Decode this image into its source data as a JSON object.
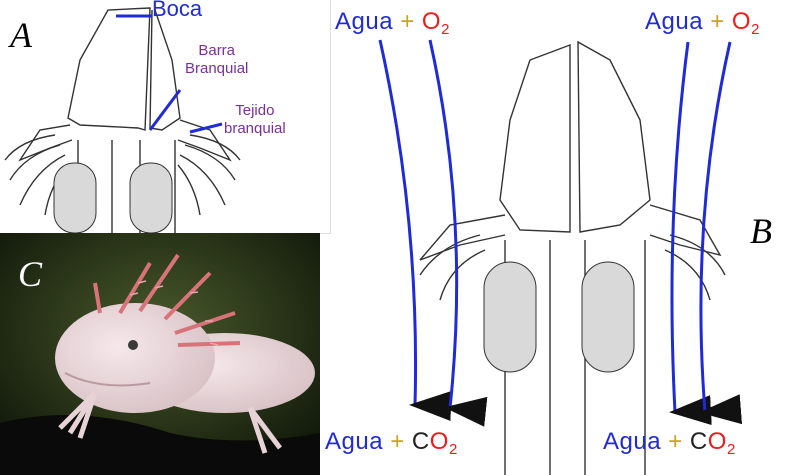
{
  "panel_a": {
    "letter": "A",
    "labels": {
      "mouth": "Boca",
      "gill_bar": "Barra\nBranquial",
      "gill_tissue": "Tejido\nbranquial"
    }
  },
  "panel_b": {
    "letter": "B"
  },
  "panel_c": {
    "letter": "C"
  },
  "equations": {
    "water": "Agua",
    "plus": "+",
    "o": "O",
    "c": "C",
    "two": "2"
  },
  "colors": {
    "arrow": "#1f2bd9",
    "oxygen": "#ee1c1c",
    "plus": "#c9a227",
    "annotation": "#7b2f9c",
    "gill_pink": "#d9737a"
  }
}
